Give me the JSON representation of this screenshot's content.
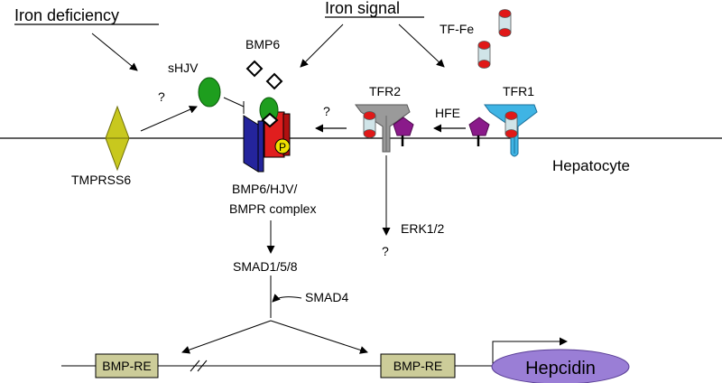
{
  "headings": {
    "iron_deficiency": "Iron deficiency",
    "iron_signal": "Iron signal"
  },
  "labels": {
    "tf_fe": "TF-Fe",
    "bmp6": "BMP6",
    "shjv": "sHJV",
    "tfr2": "TFR2",
    "tfr1": "TFR1",
    "hfe": "HFE",
    "hepatocyte": "Hepatocyte",
    "tmprss6": "TMPRSS6",
    "complex_line1": "BMP6/HJV/",
    "complex_line2": "BMPR complex",
    "erk": "ERK1/2",
    "smad158": "SMAD1/5/8",
    "smad4": "SMAD4",
    "bmp_re_left": "BMP-RE",
    "bmp_re_right": "BMP-RE",
    "hepcidin": "Hepcidin",
    "phospho": "P",
    "q_shjv": "?",
    "q_tfr2": "?",
    "q_erk": "?"
  },
  "colors": {
    "tmprss6": "#c8c81e",
    "hjv": "#1e9e1e",
    "bmpr_blue": "#24249c",
    "bmpr_red": "#e01e1e",
    "phospho": "#f0e000",
    "tfr2": "#9a9a9a",
    "tfr1": "#3fb4e4",
    "hfe": "#8a1a8a",
    "transferrin_body": "#d0e4e8",
    "transferrin_iron": "#e01818",
    "bmp_re_box": "#cccc99",
    "hepcidin": "#9a7ed6"
  }
}
